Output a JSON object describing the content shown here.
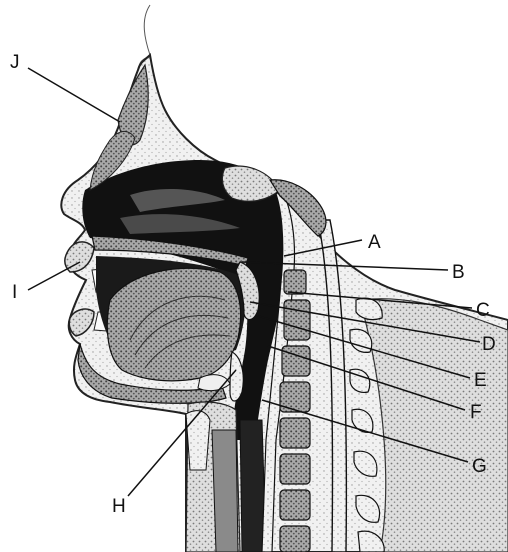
{
  "labels": {
    "J": "J",
    "A": "A",
    "B": "B",
    "I": "I",
    "C": "C",
    "D": "D",
    "E": "E",
    "F": "F",
    "G": "G",
    "H": "H"
  }
}
